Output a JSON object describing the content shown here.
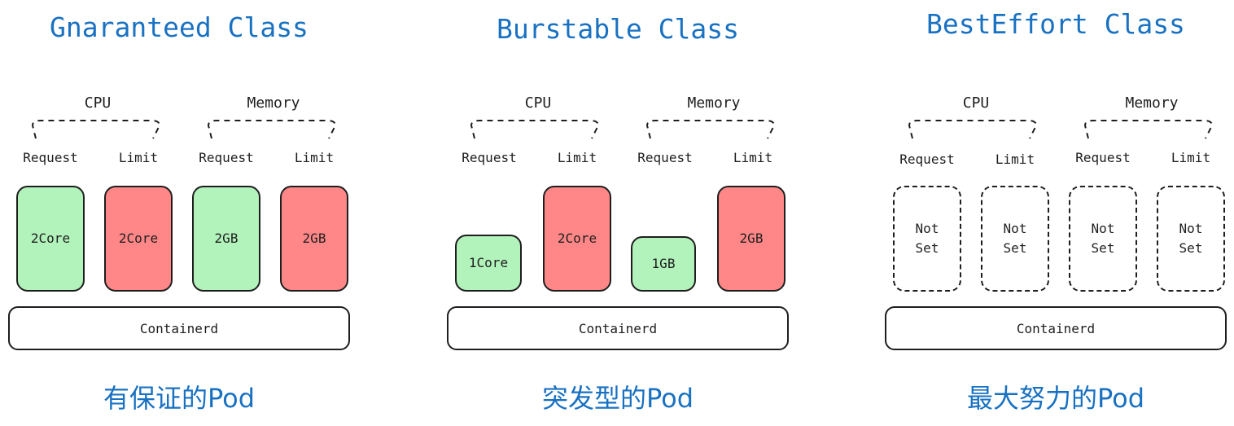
{
  "colors": {
    "title": "#1971c2",
    "request_fill": "#b2f2bb",
    "limit_fill": "#ff8787",
    "stroke": "#1e1e1e"
  },
  "panels": [
    {
      "title": "Gnaranteed Class",
      "cpu_label": "CPU",
      "memory_label": "Memory",
      "cpu_request_label": "Request",
      "cpu_limit_label": "Limit",
      "mem_request_label": "Request",
      "mem_limit_label": "Limit",
      "cpu_request_value": "2Core",
      "cpu_limit_value": "2Core",
      "mem_request_value": "2GB",
      "mem_limit_value": "2GB",
      "runtime": "Containerd",
      "footer": "有保证的Pod"
    },
    {
      "title": "Burstable Class",
      "cpu_label": "CPU",
      "memory_label": "Memory",
      "cpu_request_label": "Request",
      "cpu_limit_label": "Limit",
      "mem_request_label": "Request",
      "mem_limit_label": "Limit",
      "cpu_request_value": "1Core",
      "cpu_limit_value": "2Core",
      "mem_request_value": "1GB",
      "mem_limit_value": "2GB",
      "runtime": "Containerd",
      "footer": "突发型的Pod"
    },
    {
      "title": "BestEffort Class",
      "cpu_label": "CPU",
      "memory_label": "Memory",
      "cpu_request_label": "Request",
      "cpu_limit_label": "Limit",
      "mem_request_label": "Request",
      "mem_limit_label": "Limit",
      "cpu_request_value": "Not\nSet",
      "cpu_limit_value": "Not\nSet",
      "mem_request_value": "Not\nSet",
      "mem_limit_value": "Not\nSet",
      "runtime": "Containerd",
      "footer": "最大努力的Pod"
    }
  ]
}
